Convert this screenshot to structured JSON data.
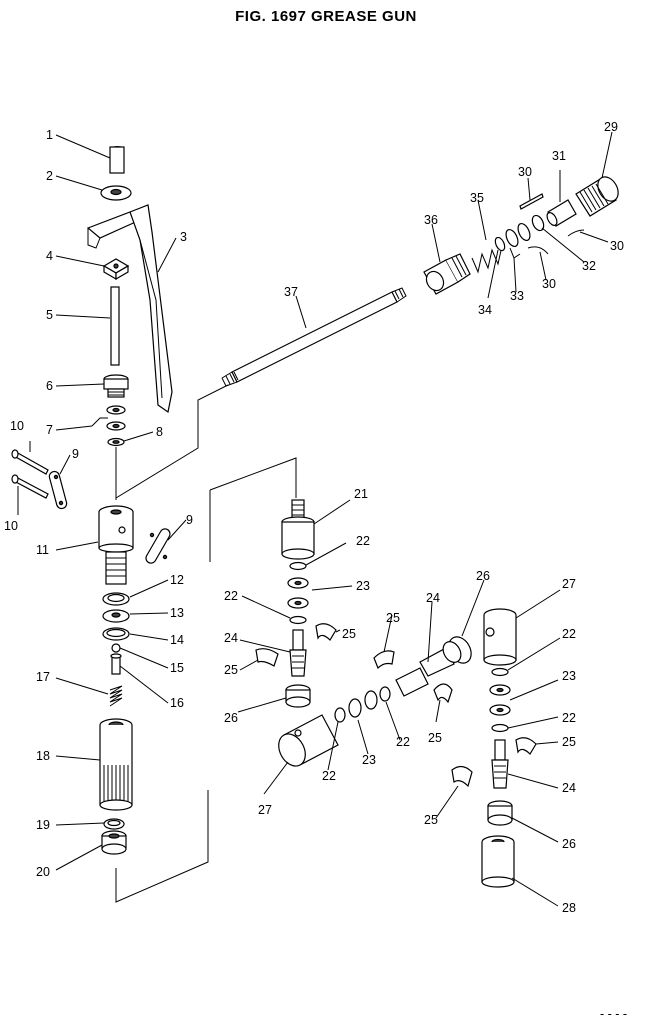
{
  "figure": {
    "title": "FIG. 1697    GREASE GUN",
    "footer_code": "- - - -"
  },
  "part_labels": [
    "1",
    "2",
    "3",
    "4",
    "5",
    "6",
    "7",
    "8",
    "9",
    "10",
    "11",
    "12",
    "13",
    "14",
    "15",
    "16",
    "17",
    "18",
    "19",
    "20",
    "21",
    "22",
    "23",
    "24",
    "25",
    "26",
    "27",
    "28",
    "29",
    "30",
    "31",
    "32",
    "33",
    "34",
    "35",
    "36",
    "37"
  ]
}
